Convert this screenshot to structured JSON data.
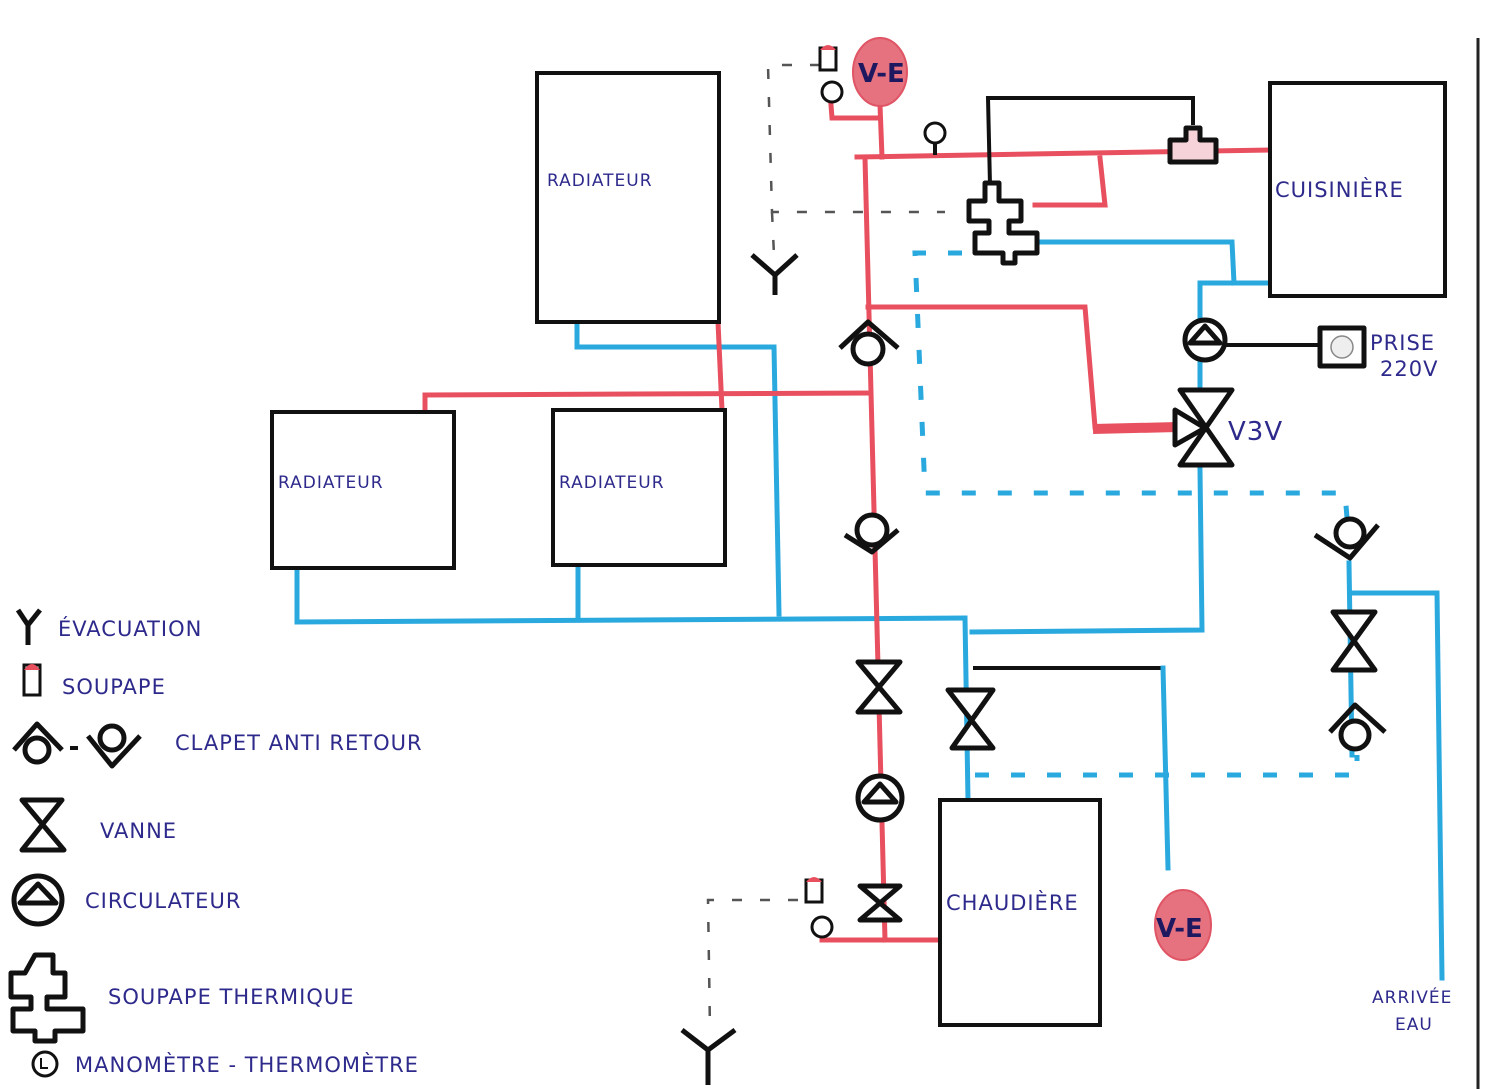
{
  "title": "Schéma hydraulique chauffage central avec cuisinière bois et chaudière",
  "colors": {
    "hot_pipe": "#e8505f",
    "cold_pipe": "#2aa9df",
    "expansion_vessel": "#e5727e",
    "label_ink": "#2e2a8c",
    "symbol_ink": "#111111"
  },
  "equipment": {
    "radiator_top": "RADIATEUR",
    "radiator_left": "RADIATEUR",
    "radiator_mid": "RADIATEUR",
    "cuisiniere": "CUISINIÈRE",
    "chaudiere": "CHAUDIÈRE"
  },
  "annotations": {
    "ve_top": "V-E",
    "ve_bottom": "V-E",
    "v3v": "V3V",
    "prise_line1": "PRISE",
    "prise_line2": "220V",
    "arrivee_line1": "ARRIVÉE",
    "arrivee_line2": "EAU"
  },
  "legend": {
    "items": [
      {
        "icon": "evacuation-icon",
        "label": "ÉVACUATION"
      },
      {
        "icon": "soupape-icon",
        "label": "SOUPAPE"
      },
      {
        "icon": "clapet-anti-retour-icon",
        "label": "CLAPET ANTI RETOUR"
      },
      {
        "icon": "vanne-icon",
        "label": "VANNE"
      },
      {
        "icon": "circulateur-icon",
        "label": "CIRCULATEUR"
      },
      {
        "icon": "soupape-thermique-icon",
        "label": "SOUPAPE THERMIQUE"
      },
      {
        "icon": "manometre-thermometre-icon",
        "label": "MANOMÈTRE - THERMOMÈTRE"
      }
    ]
  }
}
